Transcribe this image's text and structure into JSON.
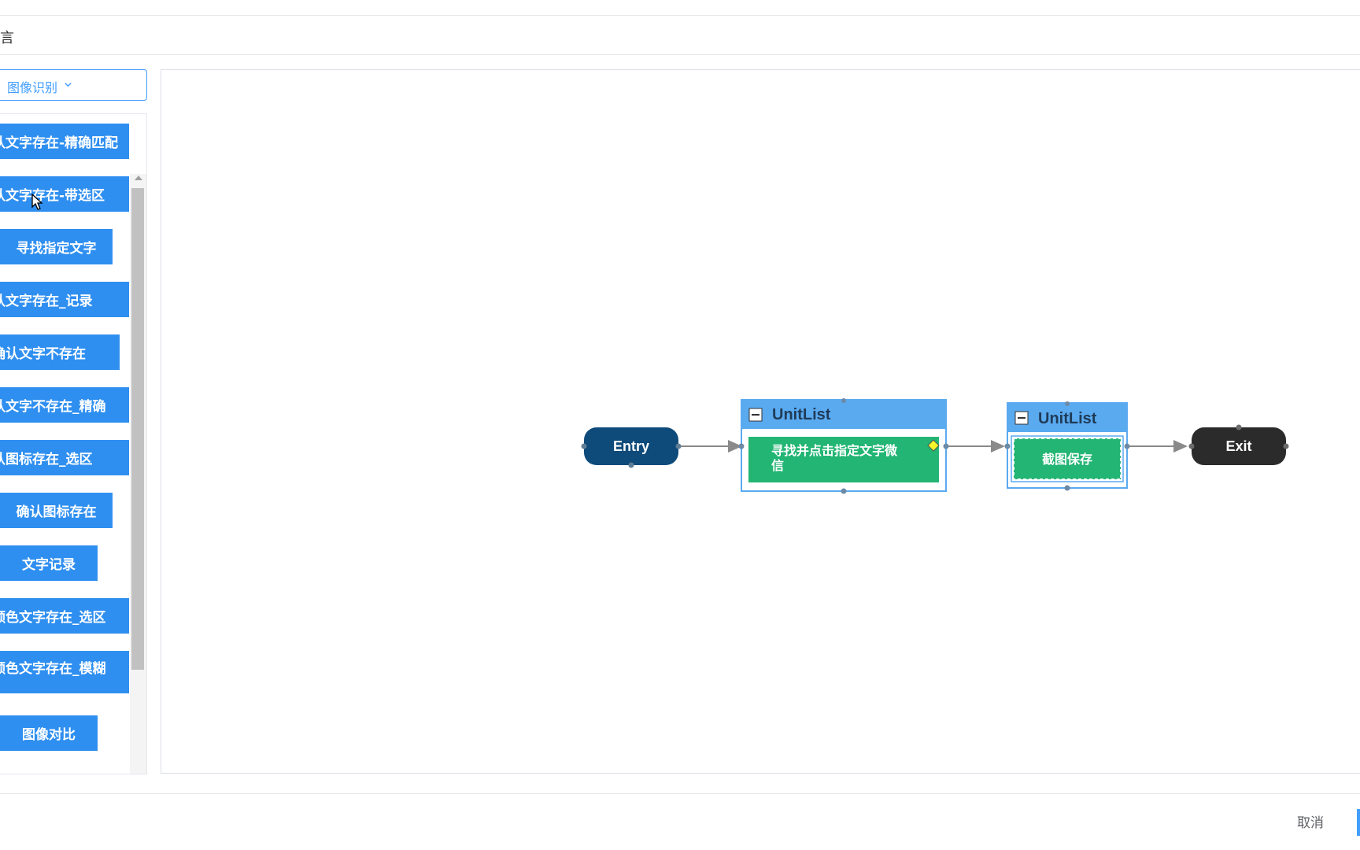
{
  "header": {
    "title": "言"
  },
  "category_select": {
    "label": "图像识别",
    "icon": "chevron-down-icon"
  },
  "palette": {
    "items": [
      {
        "label": "认文字存在-精确匹配"
      },
      {
        "label": "认文字存在-带选区"
      },
      {
        "label": "寻找指定文字"
      },
      {
        "label": "认文字存在_记录"
      },
      {
        "label": "确认文字不存在"
      },
      {
        "label": "认文字不存在_精确"
      },
      {
        "label": "认图标存在_选区"
      },
      {
        "label": "确认图标存在"
      },
      {
        "label": "文字记录"
      },
      {
        "label": "颜色文字存在_选区"
      },
      {
        "label": "颜色文字存在_模糊"
      },
      {
        "label": "图像对比"
      }
    ]
  },
  "flow": {
    "entry_label": "Entry",
    "exit_label": "Exit",
    "unitlist1": {
      "title": "UnitList",
      "task_line1": "寻找并点击指定文字微",
      "task_line2": "信"
    },
    "unitlist2": {
      "title": "UnitList",
      "task": "截图保存"
    }
  },
  "footer": {
    "cancel_label": "取消"
  },
  "colors": {
    "primary": "#409eff",
    "palette_button": "#2f8ff0",
    "entry_node": "#0e4a7a",
    "exit_node": "#2b2b2b",
    "task_green": "#22b573",
    "unitlist_header": "#5aaaf0"
  }
}
